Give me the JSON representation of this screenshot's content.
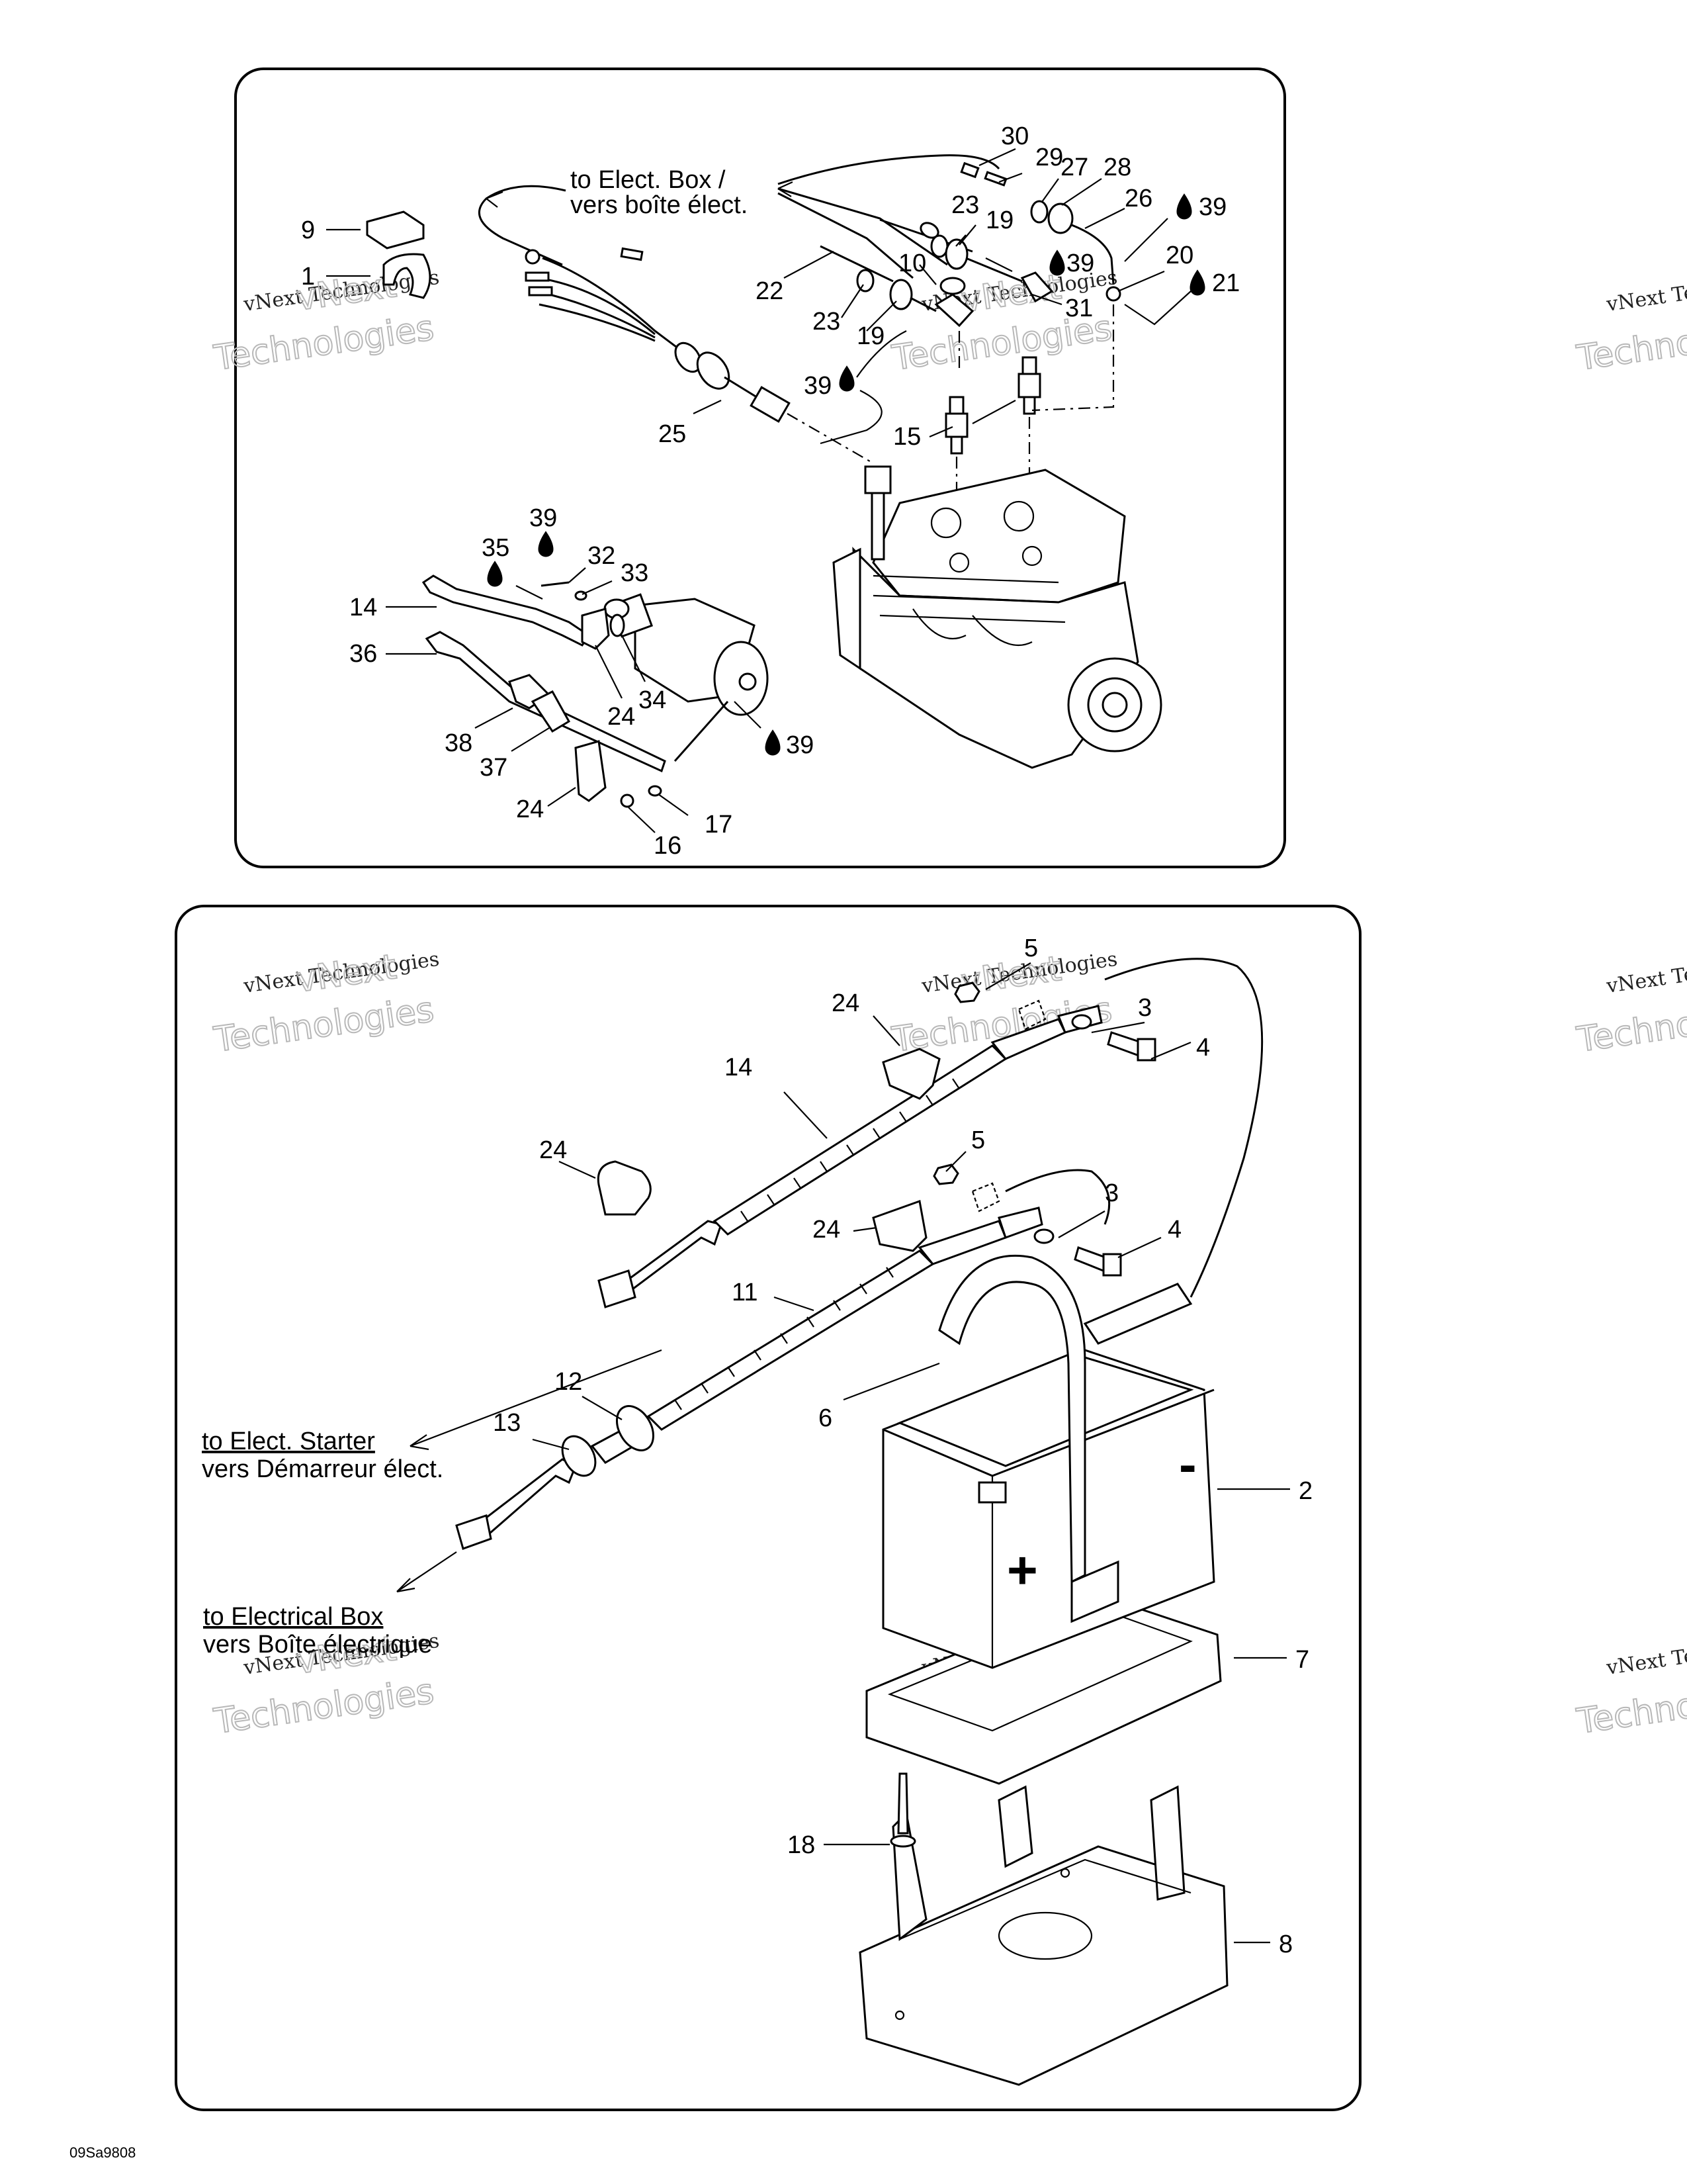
{
  "figure_code": "09Sa9808",
  "watermark": {
    "line1": "vNext Technologies",
    "line2": "Technologies",
    "corner": "vNext"
  },
  "top_panel": {
    "label_elect_box_en": "to Elect. Box /",
    "label_elect_box_fr": "vers boîte élect.",
    "callouts": [
      "30",
      "29",
      "27",
      "28",
      "26",
      "39",
      "23",
      "19",
      "10",
      "39",
      "20",
      "21",
      "22",
      "23",
      "19",
      "31",
      "39",
      "9",
      "1",
      "15",
      "25",
      "39",
      "35",
      "32",
      "33",
      "14",
      "36",
      "24",
      "34",
      "38",
      "37",
      "39",
      "24",
      "17",
      "16"
    ]
  },
  "bottom_panel": {
    "label_starter_en": "to Elect. Starter",
    "label_starter_fr": "vers Démarreur élect.",
    "label_box_en": "to Electrical Box",
    "label_box_fr": "vers Boîte électrique",
    "minus_sign": "-",
    "plus_sign": "+",
    "callouts": [
      "5",
      "24",
      "3",
      "4",
      "14",
      "24",
      "5",
      "3",
      "24",
      "4",
      "11",
      "12",
      "6",
      "13",
      "2",
      "7",
      "18",
      "8"
    ]
  }
}
